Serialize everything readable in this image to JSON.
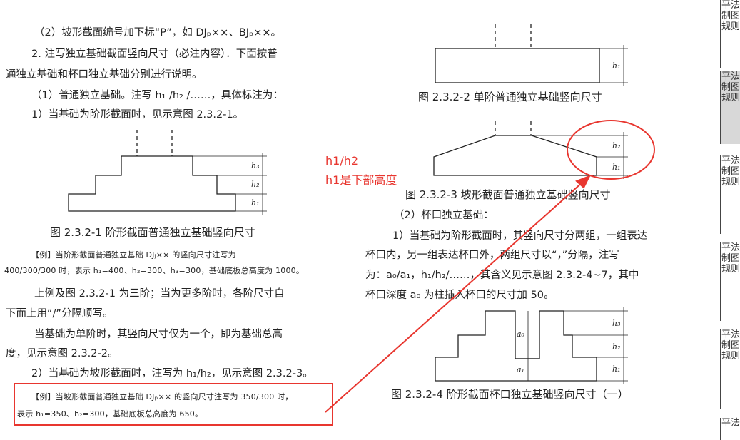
{
  "left": {
    "l1": "（2）坡形截面编号加下标“P”，如 DJₚ××、BJₚ××。",
    "l2": "2. 注写独立基础截面竖向尺寸（必注内容）．下面按普",
    "l3": "通独立基础和杯口独立基础分别进行说明。",
    "l4": "（1）普通独立基础。注写 h₁ /h₂ /……，具体标注为：",
    "l5": "1）当基础为阶形截面时，见示意图 2.3.2-1。",
    "fig1_caption": "图 2.3.2-1 阶形截面普通独立基础竖向尺寸",
    "ex1a": "【例】当阶形截面普通独立基础 DJⱼ×× 的竖向尺寸注写为",
    "ex1b": "400/300/300 时，表示 h₁=400、h₂=300、h₃=300，基础底板总高度为 1000。",
    "p1a": "上例及图 2.3.2-1 为三阶；当为更多阶时，各阶尺寸自",
    "p1b": "下而上用“/”分隔顺写。",
    "p2a": "当基础为单阶时，其竖向尺寸仅为一个，即为基础总高",
    "p2b": "度，见示意图 2.3.2-2。",
    "p3": "2）当基础为坡形截面时，注写为 h₁/h₂，见示意图 2.3.2-3。",
    "ex2a": "【例】当坡形截面普通独立基础 DJₚ×× 的竖向尺寸注写为 350/300 时，",
    "ex2b": "表示 h₁=350、h₂=300，基础底板总高度为 650。"
  },
  "right": {
    "fig2_caption": "图 2.3.2-2 单阶普通独立基础竖向尺寸",
    "fig3_caption": "图 2.3.2-3 坡形截面普通独立基础竖向尺寸",
    "r1": "（2）杯口独立基础：",
    "r2": "1）当基础为阶形截面时，其竖向尺寸分两组，一组表达",
    "r3": "杯口内，另一组表达杯口外，两组尺寸以“，”分隔，注写",
    "r4": "为：a₀/a₁，h₁/h₂/……，其含义见示意图 2.3.2-4~7，其中",
    "r5": "杯口深度 a₀ 为柱插入杯口的尺寸加 50。",
    "fig4_caption": "图 2.3.2-4 阶形截面杯口独立基础竖向尺寸（一）"
  },
  "annotation": {
    "line1": "h1/h2",
    "line2": "h1是下部高度",
    "color": "#e8362f"
  },
  "dims": {
    "h1": "h₁",
    "h2": "h₂",
    "h3": "h₃",
    "a0": "a₀",
    "a1": "a₁"
  },
  "side_tabs": [
    "平法制图规则",
    "平法制图规则",
    "平法制图规则",
    "平法制图规则",
    "平法制图规则",
    "平法"
  ]
}
